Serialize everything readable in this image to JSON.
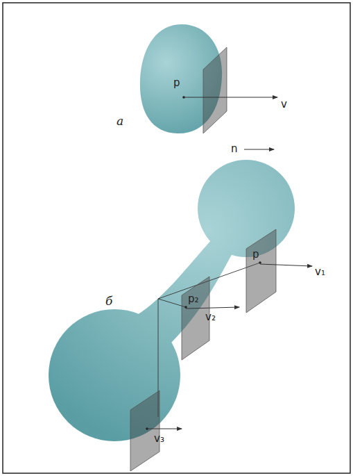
{
  "diagram": {
    "labels": [
      "p",
      "v",
      "а",
      "n",
      "б",
      "p",
      "p₂",
      "v₁",
      "v₂",
      "v₃"
    ]
  }
}
